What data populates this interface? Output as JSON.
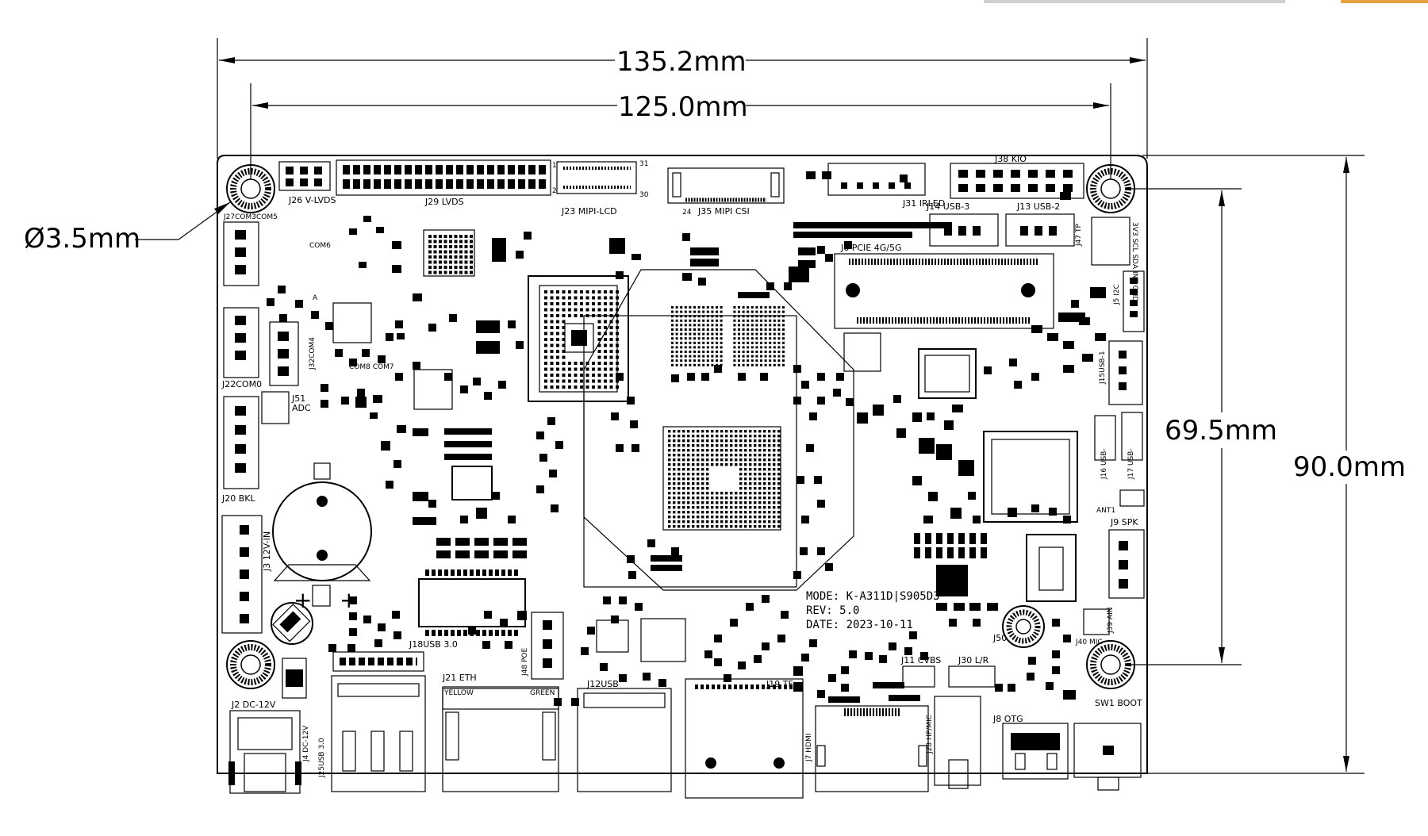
{
  "dimensions": {
    "width_total": "135.2mm",
    "width_holes": "125.0mm",
    "height_total": "90.0mm",
    "height_holes": "69.5mm",
    "hole_diameter": "Ø3.5mm"
  },
  "board_info": {
    "mode": "MODE: K-A311D|S905D3",
    "rev": "REV: 5.0",
    "date": "DATE: 2023-10-11"
  },
  "labels": {
    "j29": "J29 LVDS",
    "j26": "J26 V-LVDS",
    "j23": "J23 MIPI-LCD",
    "j35": "J35 MIPI CSI",
    "j31": "J31 IRLED",
    "j38": "J38 KIO",
    "j14": "J14 USB-3",
    "j13": "J13 USB-2",
    "j6": "J6 PCIE 4G/5G",
    "j5": "J5 I2C",
    "j47": "J47 TP",
    "j27": "J27COM3COM5",
    "j22": "J22COM0",
    "j32": "J32COM4",
    "j51": "J51",
    "adc": "ADC",
    "j20": "J20 BKL",
    "j3": "J3 12V-IN",
    "j2": "J2 DC-12V",
    "j4": "J4 DC-12V",
    "j25": "J25USB 3.0",
    "j18": "J18USB 3.0",
    "j21": "J21 ETH",
    "yellow": "YELLOW",
    "green": "GREEN",
    "j48": "J48 POE",
    "j12": "J12USB",
    "j19": "J19 TF",
    "j7": "J7 HDMI",
    "j11": "J11 CVBS",
    "j30": "J30 L/R",
    "j28": "J28 HP/MIC",
    "j8": "J8 OTG",
    "sw1": "SW1 BOOT",
    "j9": "J9 SPK",
    "j40": "J40 MIC",
    "j39": "J39 AIN",
    "j50": "J50",
    "j15": "J15USB-1",
    "j16": "J16 USB-",
    "j17": "J17 USB-",
    "ant": "ANT1",
    "com6": "COM6",
    "com8": "COM8 COM7",
    "j24pin": "24",
    "pin1": "1",
    "pin2": "2",
    "pin31": "31",
    "pin30": "30",
    "i2cpins": "3V3 SCL SDA INT GND",
    "a": "A"
  }
}
